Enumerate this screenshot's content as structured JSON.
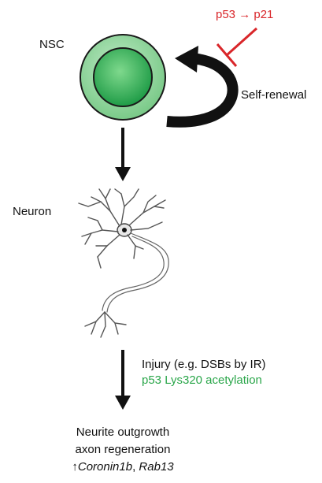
{
  "diagram": {
    "nsc_label": "NSC",
    "regulation": {
      "text": "p53 → p21",
      "color": "#d9262a"
    },
    "self_renewal_label": "Self-renewal",
    "neuron_label": "Neuron",
    "injury": {
      "line1": "Injury (e.g. DSBs by IR)",
      "line2": "p53 Lys320 acetylation",
      "line2_color": "#2aa64a"
    },
    "outcome": {
      "line1": "Neurite outgrowth",
      "line2": "axon regeneration",
      "arrow": "↑",
      "gene1": "Coronin1b",
      "separator": ", ",
      "gene2": "Rab13"
    },
    "cell_colors": {
      "outer": "#8fd39a",
      "inner": "#2fae5a",
      "outline": "#1a1a1a"
    }
  }
}
